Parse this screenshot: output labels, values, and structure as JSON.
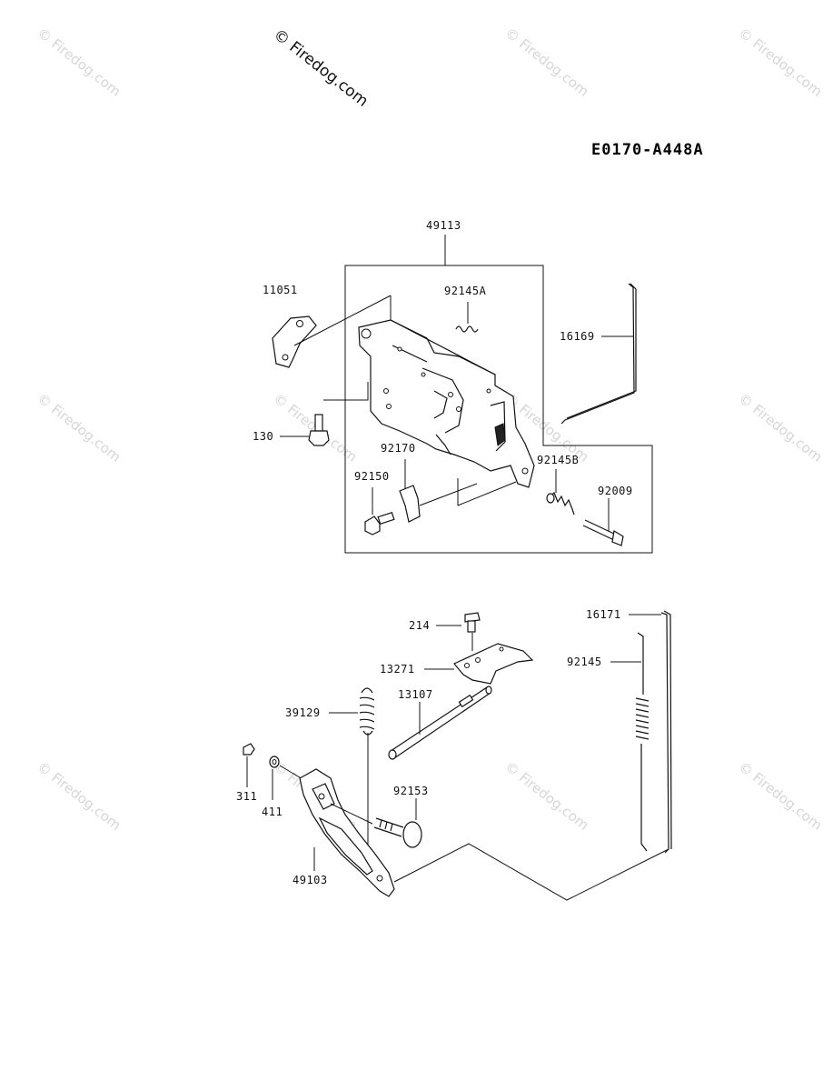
{
  "watermark": {
    "main": "© Firedog.com",
    "tile": "© Firedog.com"
  },
  "diagram_code": "E0170-A448A",
  "labels": {
    "p49113": "49113",
    "p11051": "11051",
    "p92145A": "92145A",
    "p16169": "16169",
    "p130": "130",
    "p92170": "92170",
    "p92145B": "92145B",
    "p92150": "92150",
    "p92009": "92009",
    "p214": "214",
    "p16171": "16171",
    "p13271": "13271",
    "p92145": "92145",
    "p39129": "39129",
    "p13107": "13107",
    "p311": "311",
    "p411": "411",
    "p92153": "92153",
    "p49103": "49103"
  },
  "colors": {
    "line": "#111111",
    "watermark": "#d6d6d6",
    "background": "#ffffff"
  }
}
